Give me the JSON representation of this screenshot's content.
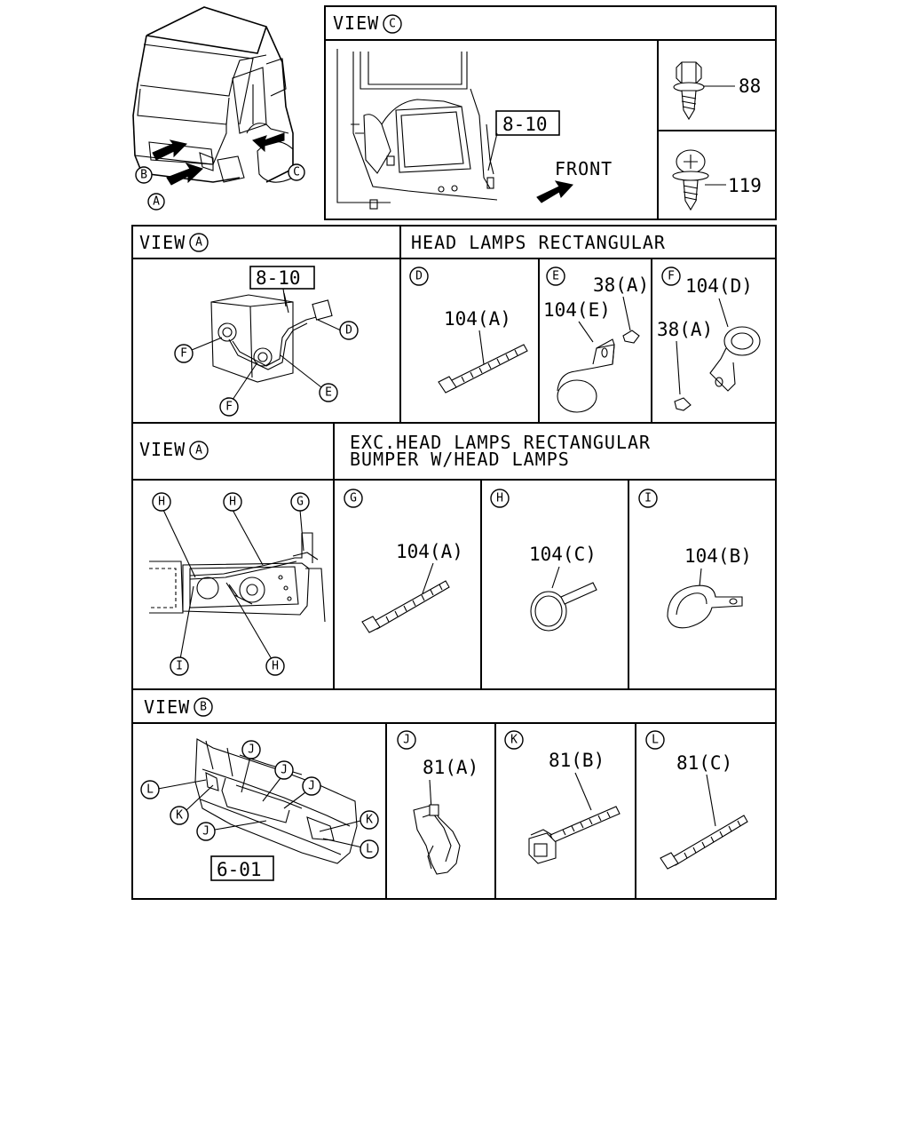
{
  "panels": {
    "view_c": {
      "title": "VIEW",
      "mark": "C",
      "ref": "8-10",
      "front": "FRONT",
      "part_88": "88",
      "part_119": "119"
    },
    "overview": {
      "marks": [
        "A",
        "B",
        "C"
      ]
    },
    "view_a_rect": {
      "title": "VIEW",
      "mark": "A",
      "header": "HEAD LAMPS RECTANGULAR",
      "ref": "8-10",
      "callouts": [
        "D",
        "E",
        "F",
        "F"
      ],
      "d": {
        "mark": "D",
        "part": "104(A)"
      },
      "e": {
        "mark": "E",
        "part1": "104(E)",
        "part2": "38(A)"
      },
      "f": {
        "mark": "F",
        "part1": "104(D)",
        "part2": "38(A)"
      }
    },
    "view_a_exc": {
      "title": "VIEW",
      "mark": "A",
      "header_line1": "EXC.HEAD LAMPS RECTANGULAR",
      "header_line2": "BUMPER W/HEAD LAMPS",
      "callouts": [
        "H",
        "H",
        "G",
        "I",
        "H"
      ],
      "g": {
        "mark": "G",
        "part": "104(A)"
      },
      "h": {
        "mark": "H",
        "part": "104(C)"
      },
      "i": {
        "mark": "I",
        "part": "104(B)"
      }
    },
    "view_b": {
      "title": "VIEW",
      "mark": "B",
      "ref": "6-01",
      "callouts": [
        "J",
        "J",
        "J",
        "J",
        "K",
        "K",
        "L",
        "L"
      ],
      "j": {
        "mark": "J",
        "part": "81(A)"
      },
      "k": {
        "mark": "K",
        "part": "81(B)"
      },
      "l": {
        "mark": "L",
        "part": "81(C)"
      }
    }
  }
}
